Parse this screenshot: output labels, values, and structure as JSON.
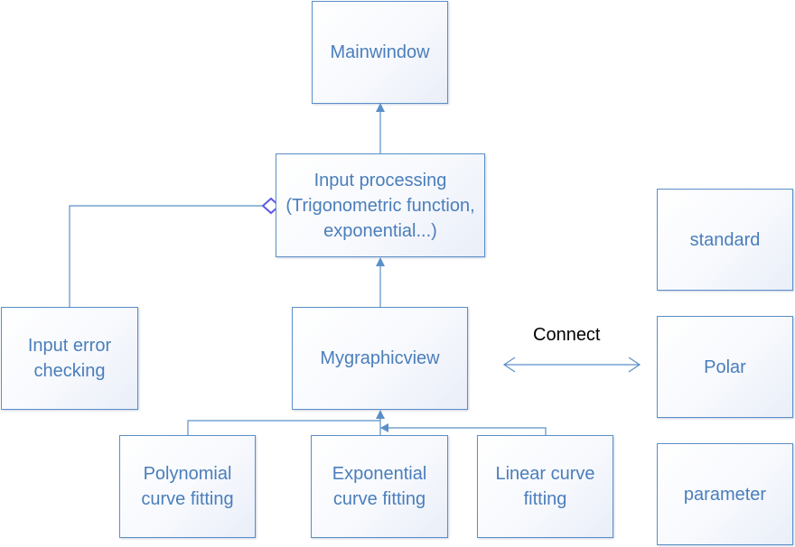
{
  "nodes": {
    "mainwindow": "Mainwindow",
    "input_processing": "Input processing (Trigonometric function, exponential...)",
    "input_error_checking": "Input error checking",
    "mygraphicview": "Mygraphicview",
    "polynomial_fitting": "Polynomial curve fitting",
    "exponential_fitting": "Exponential curve fitting",
    "linear_fitting": "Linear curve fitting",
    "standard": "standard",
    "polar": "Polar",
    "parameter": "parameter"
  },
  "connect_label": "Connect",
  "colors": {
    "box_border": "#5b8fc7",
    "text": "#4a7ebb",
    "line": "#5b8fc7",
    "aggregation_diamond": "#5a5ae6",
    "label_text": "#000000"
  }
}
